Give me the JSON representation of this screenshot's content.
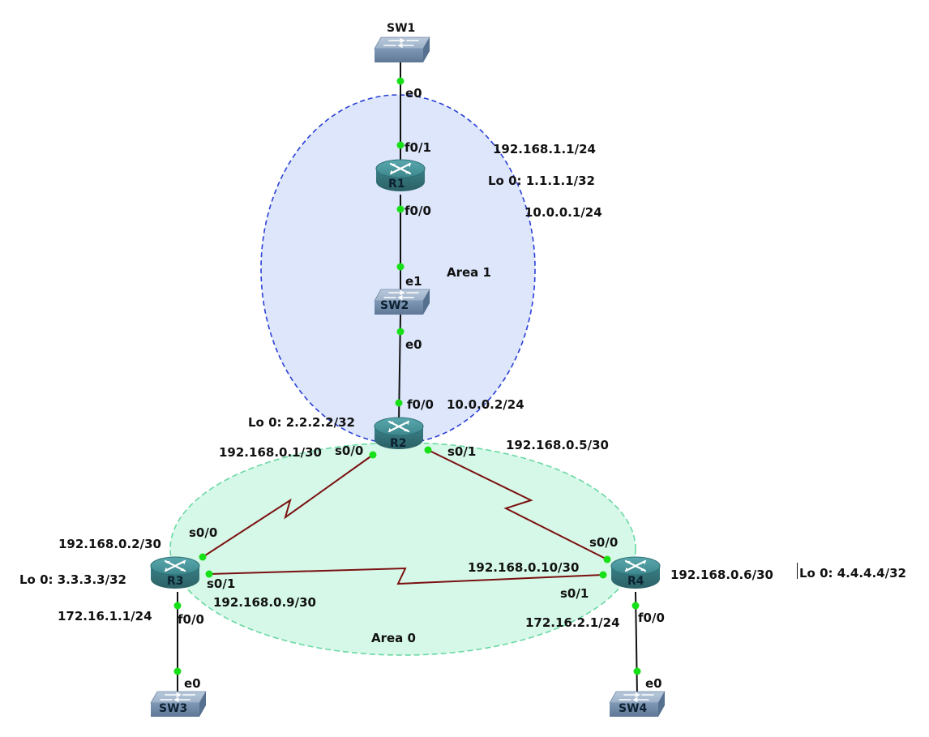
{
  "colors": {
    "area1_fill": "#dde6fb",
    "area1_stroke": "#2a3fd6",
    "area0_fill": "#d6f8e8",
    "area0_stroke": "#6ad8a2",
    "ethernet_link": "#111111",
    "serial_link": "#7a1010",
    "port_dot": "#18e018",
    "router_body": "#3f8f96",
    "switch_body": "#8aa3c0"
  },
  "areas": {
    "area1": "Area 1",
    "area0": "Area 0"
  },
  "devices": {
    "sw1": "SW1",
    "sw2": "SW2",
    "sw3": "SW3",
    "sw4": "SW4",
    "r1": "R1",
    "r2": "R2",
    "r3": "R3",
    "r4": "R4"
  },
  "ports": {
    "sw1_e0": "e0",
    "r1_f01": "f0/1",
    "r1_f00": "f0/0",
    "sw2_e1": "e1",
    "sw2_e0": "e0",
    "r2_f00": "f0/0",
    "r2_s00": "s0/0",
    "r2_s01": "s0/1",
    "r3_s00": "s0/0",
    "r3_s01": "s0/1",
    "r3_f00": "f0/0",
    "sw3_e0": "e0",
    "r4_s00": "s0/0",
    "r4_s01": "s0/1",
    "r4_f00": "f0/0",
    "sw4_e0": "e0"
  },
  "addresses": {
    "r1_f01_ip": "192.168.1.1/24",
    "r1_lo0": "Lo 0: 1.1.1.1/32",
    "r1_f00_ip": "10.0.0.1/24",
    "r2_f00_ip": "10.0.0.2/24",
    "r2_lo0": "Lo 0: 2.2.2.2/32",
    "r2_s00_ip": "192.168.0.1/30",
    "r2_s01_ip": "192.168.0.5/30",
    "r3_s00_ip": "192.168.0.2/30",
    "r3_lo0": "Lo 0: 3.3.3.3/32",
    "r3_s01_ip": "192.168.0.9/30",
    "r3_f00_ip": "172.16.1.1/24",
    "r4_s01_ip": "192.168.0.10/30",
    "r4_s00_ip": "192.168.0.6/30",
    "r4_lo0": "Lo 0: 4.4.4.4/32",
    "r4_f00_ip": "172.16.2.1/24"
  }
}
